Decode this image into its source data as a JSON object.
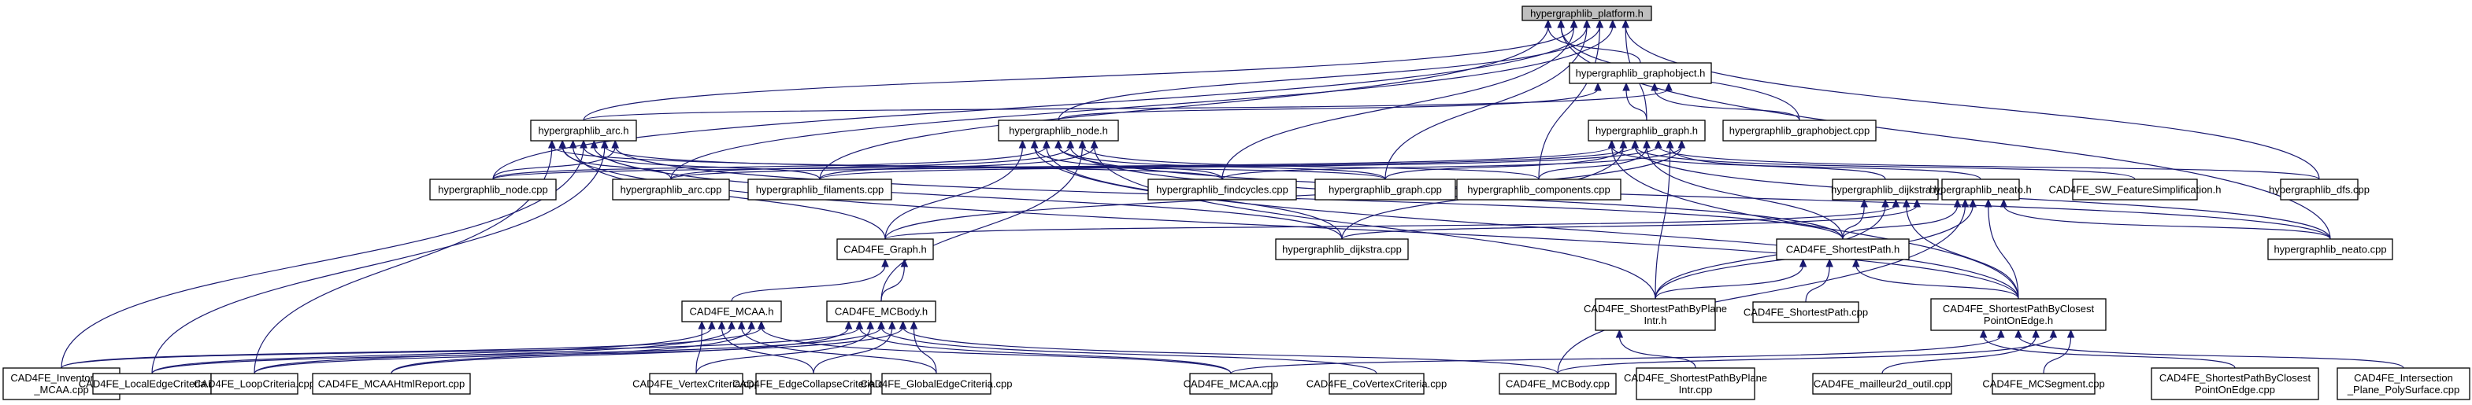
{
  "diagram": {
    "type": "include-dependency-graph",
    "colors": {
      "edge": "#191970",
      "root_fill": "#bfbfbf",
      "node_fill": "#ffffff",
      "border": "#000000"
    },
    "nodes": [
      {
        "id": "platform",
        "label": [
          "hypergraphlib_platform.h"
        ],
        "root": true
      },
      {
        "id": "graphobject_h",
        "label": [
          "hypergraphlib_graphobject.h"
        ]
      },
      {
        "id": "arc_h",
        "label": [
          "hypergraphlib_arc.h"
        ]
      },
      {
        "id": "node_h",
        "label": [
          "hypergraphlib_node.h"
        ]
      },
      {
        "id": "graph_h",
        "label": [
          "hypergraphlib_graph.h"
        ]
      },
      {
        "id": "graphobject_cpp",
        "label": [
          "hypergraphlib_graphobject.cpp"
        ]
      },
      {
        "id": "node_cpp",
        "label": [
          "hypergraphlib_node.cpp"
        ]
      },
      {
        "id": "arc_cpp",
        "label": [
          "hypergraphlib_arc.cpp"
        ]
      },
      {
        "id": "filaments_cpp",
        "label": [
          "hypergraphlib_filaments.cpp"
        ]
      },
      {
        "id": "findcycles_cpp",
        "label": [
          "hypergraphlib_findcycles.cpp"
        ]
      },
      {
        "id": "graph_cpp",
        "label": [
          "hypergraphlib_graph.cpp"
        ]
      },
      {
        "id": "components_cpp",
        "label": [
          "hypergraphlib_components.cpp"
        ]
      },
      {
        "id": "dijkstra_h",
        "label": [
          "hypergraphlib_dijkstra.h"
        ]
      },
      {
        "id": "neato_h",
        "label": [
          "hypergraphlib_neato.h"
        ]
      },
      {
        "id": "featsimp_h",
        "label": [
          "CAD4FE_SW_FeatureSimplification.h"
        ]
      },
      {
        "id": "dfs_cpp",
        "label": [
          "hypergraphlib_dfs.cpp"
        ]
      },
      {
        "id": "cad_graph_h",
        "label": [
          "CAD4FE_Graph.h"
        ]
      },
      {
        "id": "dijkstra_cpp",
        "label": [
          "hypergraphlib_dijkstra.cpp"
        ]
      },
      {
        "id": "shortestpath_h",
        "label": [
          "CAD4FE_ShortestPath.h"
        ]
      },
      {
        "id": "neato_cpp",
        "label": [
          "hypergraphlib_neato.cpp"
        ]
      },
      {
        "id": "mcaa_h",
        "label": [
          "CAD4FE_MCAA.h"
        ]
      },
      {
        "id": "mcbody_h",
        "label": [
          "CAD4FE_MCBody.h"
        ]
      },
      {
        "id": "spbyplane_h",
        "label": [
          "CAD4FE_ShortestPathByPlane",
          "Intr.h"
        ]
      },
      {
        "id": "shortestpath_cpp",
        "label": [
          "CAD4FE_ShortestPath.cpp"
        ]
      },
      {
        "id": "spbyclosest_h",
        "label": [
          "CAD4FE_ShortestPathByClosest",
          "PointOnEdge.h"
        ]
      },
      {
        "id": "inventortext_cpp",
        "label": [
          "CAD4FE_InventorText",
          "_MCAA.cpp"
        ]
      },
      {
        "id": "localedge_cpp",
        "label": [
          "CAD4FE_LocalEdgeCriteria.cpp"
        ]
      },
      {
        "id": "loop_cpp",
        "label": [
          "CAD4FE_LoopCriteria.cpp"
        ]
      },
      {
        "id": "mcaahtml_cpp",
        "label": [
          "CAD4FE_MCAAHtmlReport.cpp"
        ]
      },
      {
        "id": "vertex_cpp",
        "label": [
          "CAD4FE_VertexCriteria.cpp"
        ]
      },
      {
        "id": "edgecollapse_cpp",
        "label": [
          "CAD4FE_EdgeCollapseCriteria.cpp"
        ]
      },
      {
        "id": "globaledge_cpp",
        "label": [
          "CAD4FE_GlobalEdgeCriteria.cpp"
        ]
      },
      {
        "id": "mcaa_cpp",
        "label": [
          "CAD4FE_MCAA.cpp"
        ]
      },
      {
        "id": "covertex_cpp",
        "label": [
          "CAD4FE_CoVertexCriteria.cpp"
        ]
      },
      {
        "id": "mcbody_cpp",
        "label": [
          "CAD4FE_MCBody.cpp"
        ]
      },
      {
        "id": "spbyplane_cpp",
        "label": [
          "CAD4FE_ShortestPathByPlane",
          "Intr.cpp"
        ]
      },
      {
        "id": "mailleur_cpp",
        "label": [
          "CAD4FE_mailleur2d_outil.cpp"
        ]
      },
      {
        "id": "mcsegment_cpp",
        "label": [
          "CAD4FE_MCSegment.cpp"
        ]
      },
      {
        "id": "spbyclosest_cpp",
        "label": [
          "CAD4FE_ShortestPathByClosest",
          "PointOnEdge.cpp"
        ]
      },
      {
        "id": "intersection_cpp",
        "label": [
          "CAD4FE_Intersection",
          "_Plane_PolySurface.cpp"
        ]
      }
    ],
    "edges": [
      [
        "graphobject_h",
        "platform"
      ],
      [
        "arc_h",
        "platform"
      ],
      [
        "node_h",
        "platform"
      ],
      [
        "graph_h",
        "platform"
      ],
      [
        "graphobject_cpp",
        "platform"
      ],
      [
        "node_cpp",
        "platform"
      ],
      [
        "arc_cpp",
        "platform"
      ],
      [
        "filaments_cpp",
        "platform"
      ],
      [
        "findcycles_cpp",
        "platform"
      ],
      [
        "components_cpp",
        "platform"
      ],
      [
        "dfs_cpp",
        "platform"
      ],
      [
        "neato_cpp",
        "platform"
      ],
      [
        "graph_cpp",
        "platform"
      ],
      [
        "arc_h",
        "graphobject_h"
      ],
      [
        "node_h",
        "graphobject_h"
      ],
      [
        "graph_h",
        "graphobject_h"
      ],
      [
        "graphobject_cpp",
        "graphobject_h"
      ],
      [
        "node_cpp",
        "arc_h"
      ],
      [
        "arc_cpp",
        "arc_h"
      ],
      [
        "filaments_cpp",
        "arc_h"
      ],
      [
        "findcycles_cpp",
        "arc_h"
      ],
      [
        "graph_cpp",
        "arc_h"
      ],
      [
        "cad_graph_h",
        "arc_h"
      ],
      [
        "dijkstra_cpp",
        "arc_h"
      ],
      [
        "shortestpath_h",
        "arc_h"
      ],
      [
        "spbyclosest_h",
        "arc_h"
      ],
      [
        "inventortext_cpp",
        "arc_h"
      ],
      [
        "localedge_cpp",
        "arc_h"
      ],
      [
        "loop_cpp",
        "arc_h"
      ],
      [
        "node_cpp",
        "node_h"
      ],
      [
        "arc_cpp",
        "node_h"
      ],
      [
        "filaments_cpp",
        "node_h"
      ],
      [
        "findcycles_cpp",
        "node_h"
      ],
      [
        "graph_cpp",
        "node_h"
      ],
      [
        "components_cpp",
        "node_h"
      ],
      [
        "cad_graph_h",
        "node_h"
      ],
      [
        "dijkstra_cpp",
        "node_h"
      ],
      [
        "shortestpath_h",
        "node_h"
      ],
      [
        "spbyplane_h",
        "node_h"
      ],
      [
        "spbyclosest_h",
        "node_h"
      ],
      [
        "neato_cpp",
        "node_h"
      ],
      [
        "mcbody_h",
        "node_h"
      ],
      [
        "node_cpp",
        "graph_h"
      ],
      [
        "arc_cpp",
        "graph_h"
      ],
      [
        "filaments_cpp",
        "graph_h"
      ],
      [
        "findcycles_cpp",
        "graph_h"
      ],
      [
        "graph_cpp",
        "graph_h"
      ],
      [
        "components_cpp",
        "graph_h"
      ],
      [
        "dijkstra_h",
        "graph_h"
      ],
      [
        "neato_h",
        "graph_h"
      ],
      [
        "featsimp_h",
        "graph_h"
      ],
      [
        "dfs_cpp",
        "graph_h"
      ],
      [
        "cad_graph_h",
        "graph_h"
      ],
      [
        "dijkstra_cpp",
        "graph_h"
      ],
      [
        "shortestpath_h",
        "graph_h"
      ],
      [
        "spbyplane_h",
        "graph_h"
      ],
      [
        "spbyclosest_h",
        "graph_h"
      ],
      [
        "neato_cpp",
        "graph_h"
      ],
      [
        "cad_graph_h",
        "dijkstra_h"
      ],
      [
        "dijkstra_cpp",
        "dijkstra_h"
      ],
      [
        "shortestpath_h",
        "dijkstra_h"
      ],
      [
        "spbyplane_h",
        "dijkstra_h"
      ],
      [
        "spbyclosest_h",
        "dijkstra_h"
      ],
      [
        "shortestpath_h",
        "neato_h"
      ],
      [
        "spbyplane_h",
        "neato_h"
      ],
      [
        "spbyclosest_h",
        "neato_h"
      ],
      [
        "neato_cpp",
        "neato_h"
      ],
      [
        "mcbody_cpp",
        "neato_h"
      ],
      [
        "mcaa_h",
        "cad_graph_h"
      ],
      [
        "mcbody_h",
        "cad_graph_h"
      ],
      [
        "spbyplane_h",
        "shortestpath_h"
      ],
      [
        "shortestpath_cpp",
        "shortestpath_h"
      ],
      [
        "spbyclosest_h",
        "shortestpath_h"
      ],
      [
        "inventortext_cpp",
        "mcaa_h"
      ],
      [
        "localedge_cpp",
        "mcaa_h"
      ],
      [
        "loop_cpp",
        "mcaa_h"
      ],
      [
        "mcaahtml_cpp",
        "mcaa_h"
      ],
      [
        "vertex_cpp",
        "mcaa_h"
      ],
      [
        "edgecollapse_cpp",
        "mcaa_h"
      ],
      [
        "globaledge_cpp",
        "mcaa_h"
      ],
      [
        "mcaa_cpp",
        "mcaa_h"
      ],
      [
        "inventortext_cpp",
        "mcbody_h"
      ],
      [
        "localedge_cpp",
        "mcbody_h"
      ],
      [
        "loop_cpp",
        "mcbody_h"
      ],
      [
        "mcaahtml_cpp",
        "mcbody_h"
      ],
      [
        "vertex_cpp",
        "mcbody_h"
      ],
      [
        "edgecollapse_cpp",
        "mcbody_h"
      ],
      [
        "globaledge_cpp",
        "mcbody_h"
      ],
      [
        "mcaa_cpp",
        "mcbody_h"
      ],
      [
        "covertex_cpp",
        "mcbody_h"
      ],
      [
        "mcbody_cpp",
        "mcbody_h"
      ],
      [
        "spbyplane_cpp",
        "spbyplane_h"
      ],
      [
        "mcaa_cpp",
        "spbyclosest_h"
      ],
      [
        "mailleur_cpp",
        "spbyclosest_h"
      ],
      [
        "mcsegment_cpp",
        "spbyclosest_h"
      ],
      [
        "spbyclosest_cpp",
        "spbyclosest_h"
      ],
      [
        "intersection_cpp",
        "spbyclosest_h"
      ],
      [
        "mcbody_cpp",
        "spbyclosest_h"
      ]
    ]
  }
}
